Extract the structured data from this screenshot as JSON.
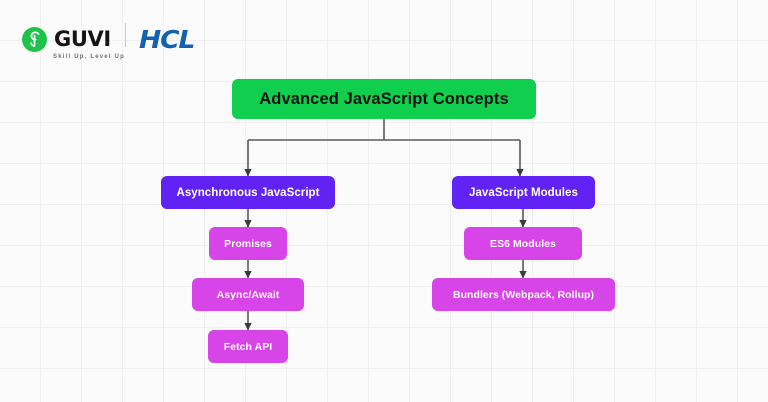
{
  "branding": {
    "guvi": {
      "name": "GUVI",
      "tagline": "Skill Up. Level Up",
      "logo_icon": "guvi-g-mark-icon",
      "mark_color": "#1fc24a"
    },
    "hcl": {
      "name": "HCL",
      "color": "#1461b0"
    },
    "divider": "vertical-divider"
  },
  "diagram": {
    "type": "flowchart",
    "background": "#fbfbfc",
    "grid": true,
    "colors": {
      "root": "#10cf4e",
      "root_text": "#121212",
      "branch": "#6122f4",
      "branch_text": "#ffffff",
      "leaf": "#d744e8",
      "leaf_text": "#ffffff",
      "edge": "#5a5a5a"
    },
    "nodes": [
      {
        "id": "root",
        "label": "Advanced JavaScript Concepts",
        "level": 0
      },
      {
        "id": "async",
        "label": "Asynchronous JavaScript",
        "level": 1
      },
      {
        "id": "modules",
        "label": "JavaScript Modules",
        "level": 1
      },
      {
        "id": "promises",
        "label": "Promises",
        "level": 2
      },
      {
        "id": "asyncawait",
        "label": "Async/Await",
        "level": 3
      },
      {
        "id": "fetch",
        "label": "Fetch API",
        "level": 4
      },
      {
        "id": "es6",
        "label": "ES6 Modules",
        "level": 2
      },
      {
        "id": "bundlers",
        "label": "Bundlers (Webpack, Rollup)",
        "level": 3
      }
    ],
    "edges": [
      {
        "from": "root",
        "to": "async"
      },
      {
        "from": "root",
        "to": "modules"
      },
      {
        "from": "async",
        "to": "promises"
      },
      {
        "from": "promises",
        "to": "asyncawait"
      },
      {
        "from": "asyncawait",
        "to": "fetch"
      },
      {
        "from": "modules",
        "to": "es6"
      },
      {
        "from": "es6",
        "to": "bundlers"
      }
    ]
  }
}
